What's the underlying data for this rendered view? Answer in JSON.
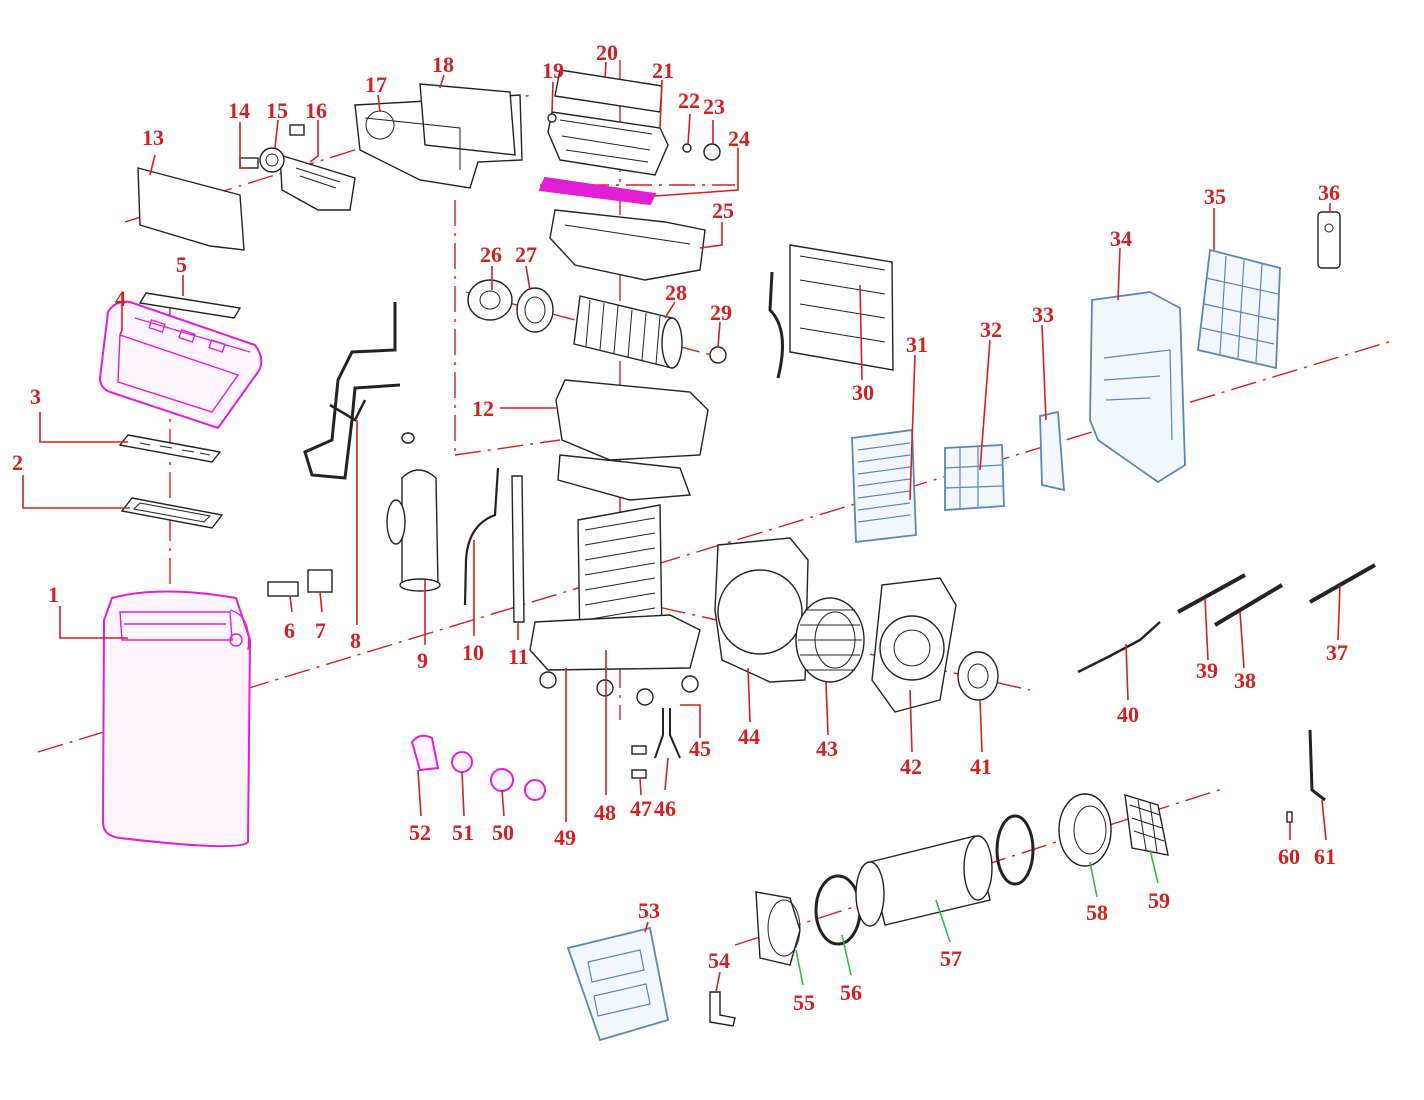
{
  "callouts": [
    {
      "n": "1"
    },
    {
      "n": "2"
    },
    {
      "n": "3"
    },
    {
      "n": "4"
    },
    {
      "n": "5"
    },
    {
      "n": "6"
    },
    {
      "n": "7"
    },
    {
      "n": "8"
    },
    {
      "n": "9"
    },
    {
      "n": "10"
    },
    {
      "n": "11"
    },
    {
      "n": "12"
    },
    {
      "n": "13"
    },
    {
      "n": "14"
    },
    {
      "n": "15"
    },
    {
      "n": "16"
    },
    {
      "n": "17"
    },
    {
      "n": "18"
    },
    {
      "n": "19"
    },
    {
      "n": "20"
    },
    {
      "n": "21"
    },
    {
      "n": "22"
    },
    {
      "n": "23"
    },
    {
      "n": "24"
    },
    {
      "n": "25"
    },
    {
      "n": "26"
    },
    {
      "n": "27"
    },
    {
      "n": "28"
    },
    {
      "n": "29"
    },
    {
      "n": "30"
    },
    {
      "n": "31"
    },
    {
      "n": "32"
    },
    {
      "n": "33"
    },
    {
      "n": "34"
    },
    {
      "n": "35"
    },
    {
      "n": "36"
    },
    {
      "n": "37"
    },
    {
      "n": "38"
    },
    {
      "n": "39"
    },
    {
      "n": "40"
    },
    {
      "n": "41"
    },
    {
      "n": "42"
    },
    {
      "n": "43"
    },
    {
      "n": "44"
    },
    {
      "n": "45"
    },
    {
      "n": "46"
    },
    {
      "n": "47"
    },
    {
      "n": "48"
    },
    {
      "n": "49"
    },
    {
      "n": "50"
    },
    {
      "n": "51"
    },
    {
      "n": "52"
    },
    {
      "n": "53"
    },
    {
      "n": "54"
    },
    {
      "n": "55"
    },
    {
      "n": "56"
    },
    {
      "n": "57"
    },
    {
      "n": "58"
    },
    {
      "n": "59"
    },
    {
      "n": "60"
    },
    {
      "n": "61"
    }
  ],
  "colors": {
    "callout": "#d42020",
    "highlight_front": "#e01fd6",
    "highlight_rear": "#5b86b8",
    "leader_exhaust": "#33b84a",
    "outline": "#222222"
  }
}
